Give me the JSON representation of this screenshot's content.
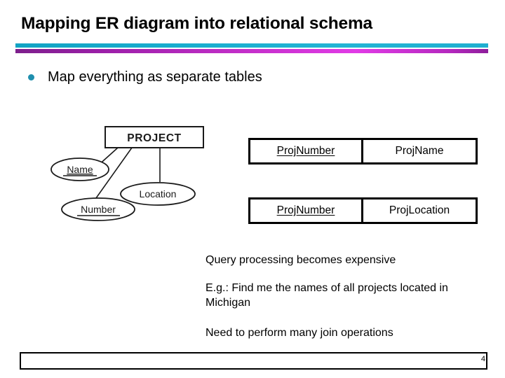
{
  "slide": {
    "title": "Mapping ER diagram into relational schema",
    "page_number": "4",
    "accent_cyan": "#1BA8C9",
    "accent_magenta": "#C32FC9",
    "bullet_color": "#1F8FAE"
  },
  "bullet": {
    "icon": "bullet-dot-icon",
    "text": "Map everything as separate tables"
  },
  "er_diagram": {
    "entity": "PROJECT",
    "attributes": [
      {
        "label": "Name",
        "key": true
      },
      {
        "label": "Location",
        "key": false
      },
      {
        "label": "Number",
        "key": true
      }
    ]
  },
  "tables": [
    {
      "name": "project-name-table",
      "columns": [
        {
          "label": "ProjNumber",
          "primary_key": true
        },
        {
          "label": "ProjName",
          "primary_key": false
        }
      ]
    },
    {
      "name": "project-location-table",
      "columns": [
        {
          "label": "ProjNumber",
          "primary_key": true
        },
        {
          "label": "ProjLocation",
          "primary_key": false
        }
      ]
    }
  ],
  "notes": [
    "Query processing becomes expensive",
    "E.g.: Find me the names of all projects located in Michigan",
    "Need to perform many join operations"
  ]
}
